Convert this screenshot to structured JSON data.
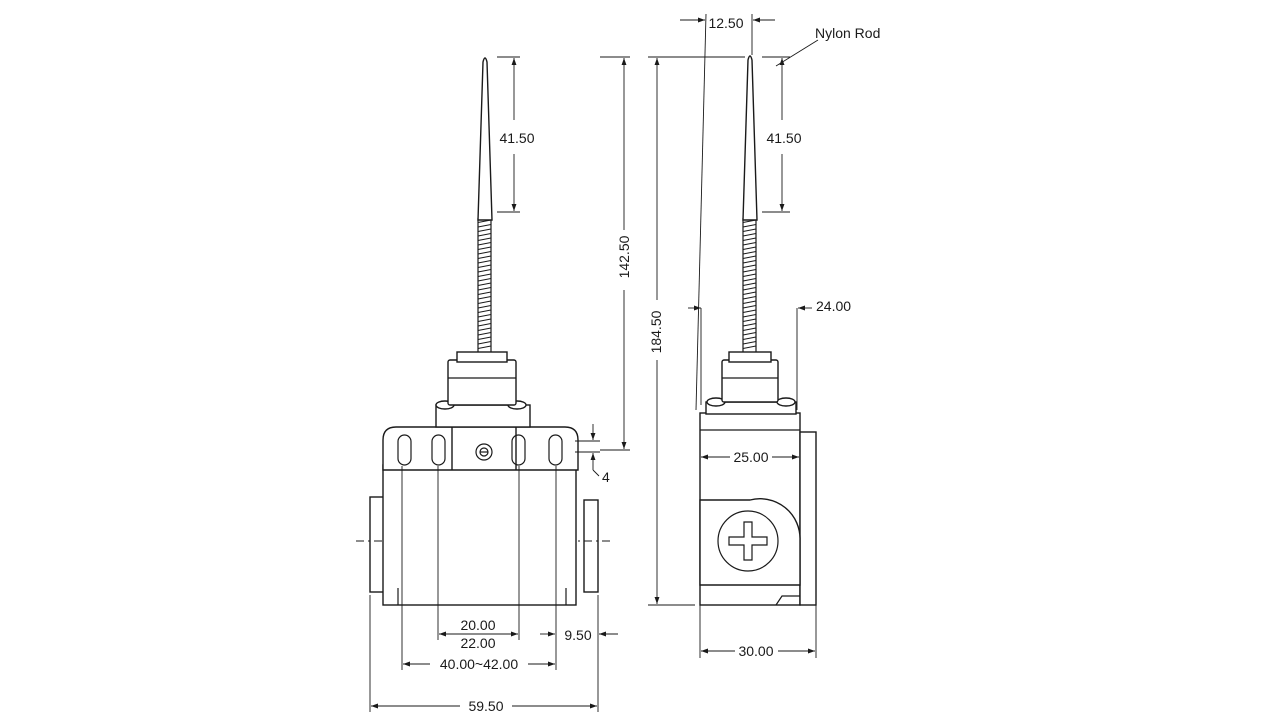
{
  "labels": {
    "nylon_rod": "Nylon Rod"
  },
  "dimensions": {
    "front_rod_tip": "41.50",
    "front_rod_height": "142.50",
    "front_slot_offset": "4",
    "front_inner_spacing": "20.00",
    "front_slot_spacing": "22.00",
    "front_mount_range": "40.00~42.00",
    "front_side_offset": "9.50",
    "front_total_width": "59.50",
    "side_total_height": "184.50",
    "side_rod_diameter": "12.50",
    "side_rod_tip": "41.50",
    "side_head_width": "24.00",
    "side_body_width": "25.00",
    "side_base_width": "30.00"
  }
}
